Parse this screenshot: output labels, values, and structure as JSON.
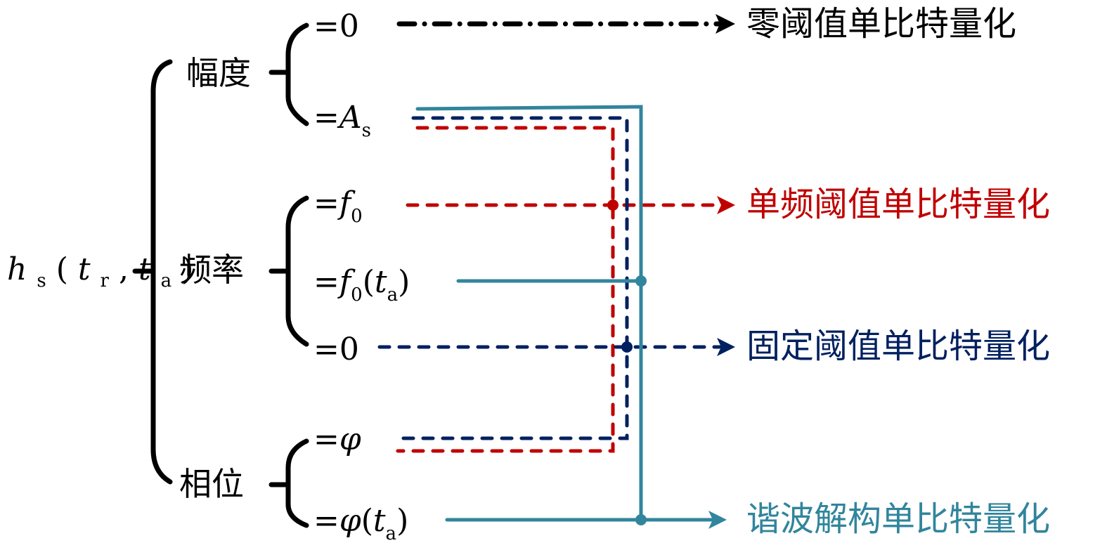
{
  "root": {
    "base": "h",
    "sub": "s",
    "open": "(",
    "t1": "t",
    "t1sub": "r",
    "comma": ",",
    "t2": "t",
    "t2sub": "a",
    "close": ")"
  },
  "categories": [
    {
      "id": "amplitude",
      "label": "幅度"
    },
    {
      "id": "frequency",
      "label": "频率"
    },
    {
      "id": "phase",
      "label": "相位"
    }
  ],
  "conditions": {
    "amp_zero": {
      "eq": "=",
      "val": "0"
    },
    "amp_As": {
      "eq": "=",
      "val": "A",
      "sub": "s"
    },
    "freq_f0": {
      "eq": "=",
      "val": "f",
      "sub": "0"
    },
    "freq_f0ta": {
      "eq": "=",
      "val": "f",
      "sub": "0",
      "open": "(",
      "t": "t",
      "tsub": "a",
      "close": ")"
    },
    "freq_zero": {
      "eq": "=",
      "val": "0"
    },
    "phase_phi": {
      "eq": "=",
      "val": "φ"
    },
    "phase_phita": {
      "eq": "=",
      "val": "φ",
      "open": "(",
      "t": "t",
      "tsub": "a",
      "close": ")"
    }
  },
  "outcomes": [
    {
      "id": "zero-threshold",
      "label": "零阈值单比特量化",
      "color": "#000000",
      "line": "dash-dot"
    },
    {
      "id": "single-freq-threshold",
      "label": "单频阈值单比特量化",
      "color": "#c00000",
      "line": "dashed"
    },
    {
      "id": "fixed-threshold",
      "label": "固定阈值单比特量化",
      "color": "#002060",
      "line": "dashed"
    },
    {
      "id": "harmonic-decomposition",
      "label": "谐波解构单比特量化",
      "color": "#31859c",
      "line": "solid"
    }
  ],
  "colors": {
    "black": "#000000",
    "red": "#c00000",
    "navy": "#002060",
    "teal": "#31859c"
  }
}
